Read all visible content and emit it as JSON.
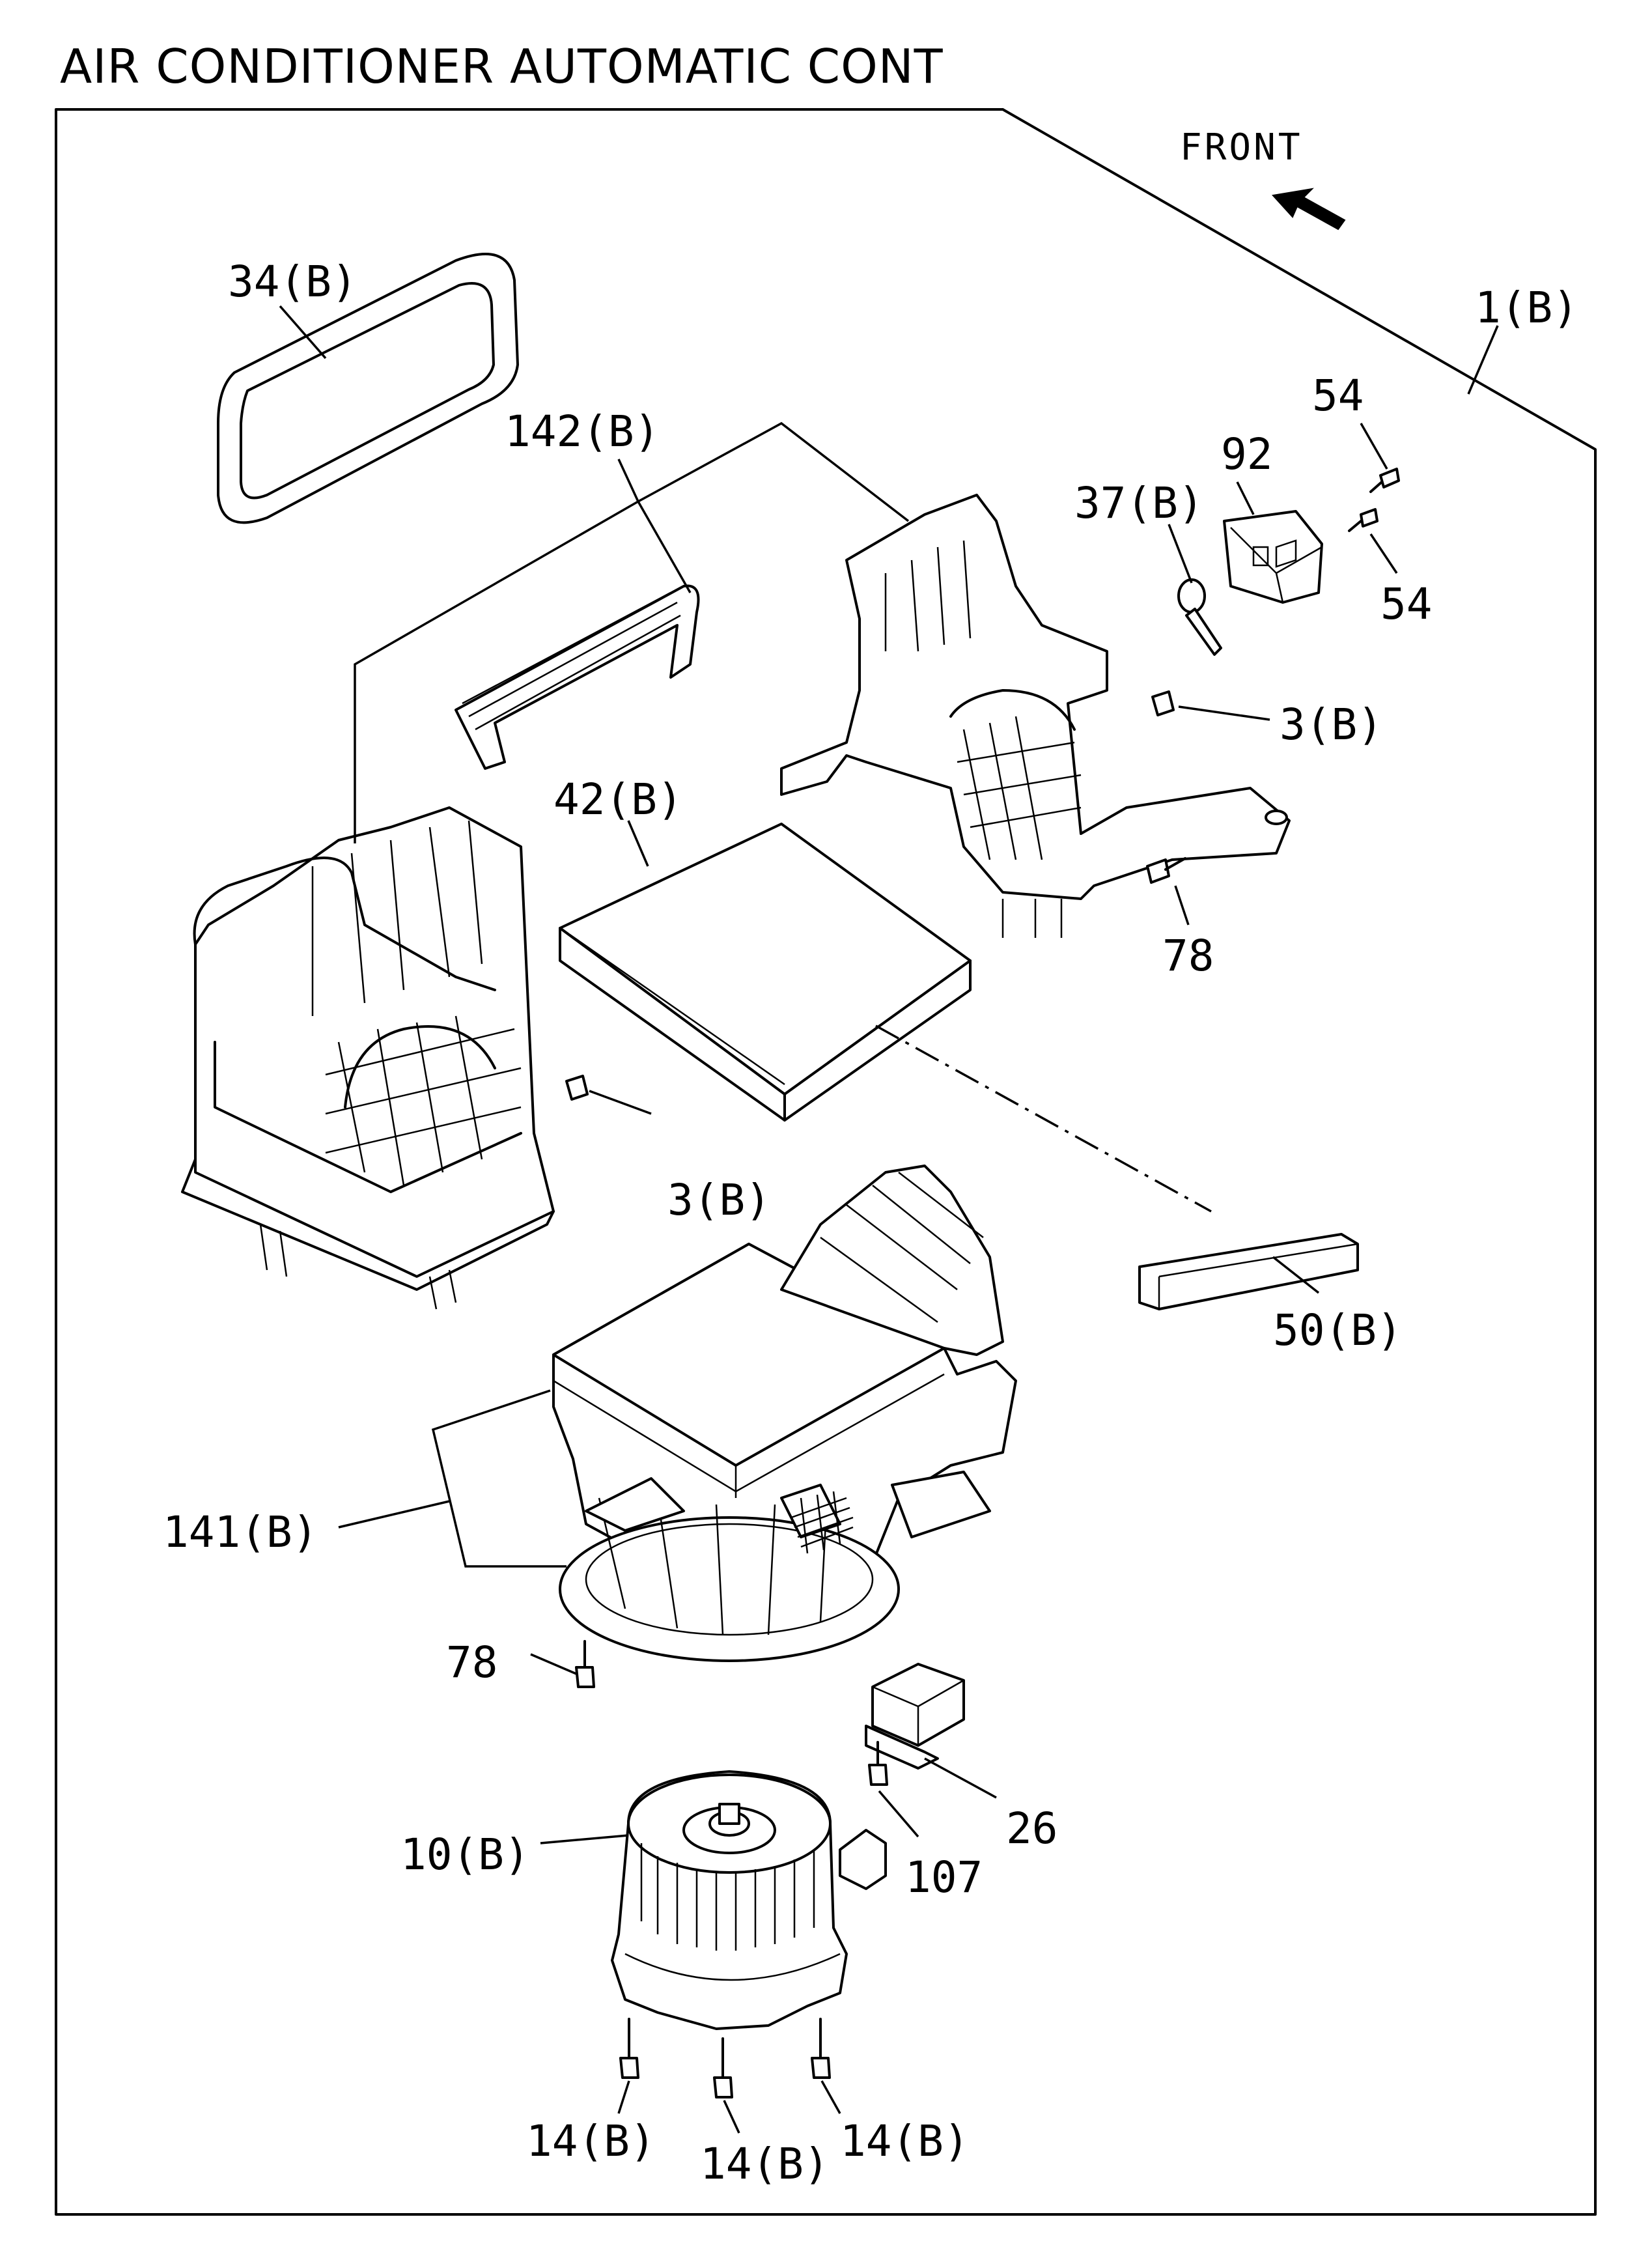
{
  "title": "AIR CONDITIONER AUTOMATIC CONT",
  "direction_label": "FRONT",
  "callouts": {
    "c1": "1(B)",
    "c34": "34(B)",
    "c142": "142(B)",
    "c54a": "54",
    "c92": "92",
    "c37": "37(B)",
    "c54b": "54",
    "c3a": "3(B)",
    "c42": "42(B)",
    "c78a": "78",
    "c3b": "3(B)",
    "c50": "50(B)",
    "c141": "141(B)",
    "c78b": "78",
    "c26": "26",
    "c107": "107",
    "c10": "10(B)",
    "c14a": "14(B)",
    "c14b": "14(B)",
    "c14c": "14(B)"
  },
  "icons": {
    "front_arrow": "front-arrow-icon"
  }
}
